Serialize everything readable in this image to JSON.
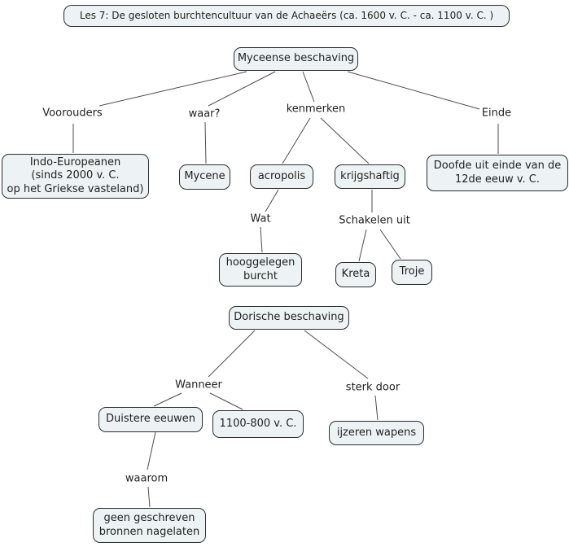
{
  "app": "concept-map",
  "colors": {
    "node_fill": "#edf3f4",
    "node_border": "#2d2d2d",
    "connector": "#4d4d4d",
    "text": "#1f1f1f",
    "background": "#ffffff"
  },
  "nodes": {
    "title": "Les 7: De gesloten burchtencultuur van de Achaeërs (ca. 1600 v. C. - ca. 1100 v. C. )",
    "myceense": "Myceense beschaving",
    "indo": "Indo-Europeanen\n(sinds 2000 v. C.\nop het Griekse vasteland)",
    "mycene": "Mycene",
    "acropolis": "acropolis",
    "krijgshaftig": "krijgshaftig",
    "doofde": "Doofde uit einde van de\n12de eeuw v. C.",
    "hooggelegen": "hooggelegen\nburcht",
    "kreta": "Kreta",
    "troje": "Troje",
    "dorische": "Dorische beschaving",
    "duistere": "Duistere eeuwen",
    "periode_1100_800": "1100-800 v. C.",
    "ijzeren": "ijzeren wapens",
    "geen_bronnen": "geen geschreven\nbronnen nagelaten"
  },
  "link_labels": {
    "voorouders": "Voorouders",
    "waar": "waar?",
    "kenmerken": "kenmerken",
    "einde": "Einde",
    "wat": "Wat",
    "schakelen_uit": "Schakelen uit",
    "wanneer": "Wanneer",
    "sterk_door": "sterk door",
    "waarom": "waarom"
  }
}
